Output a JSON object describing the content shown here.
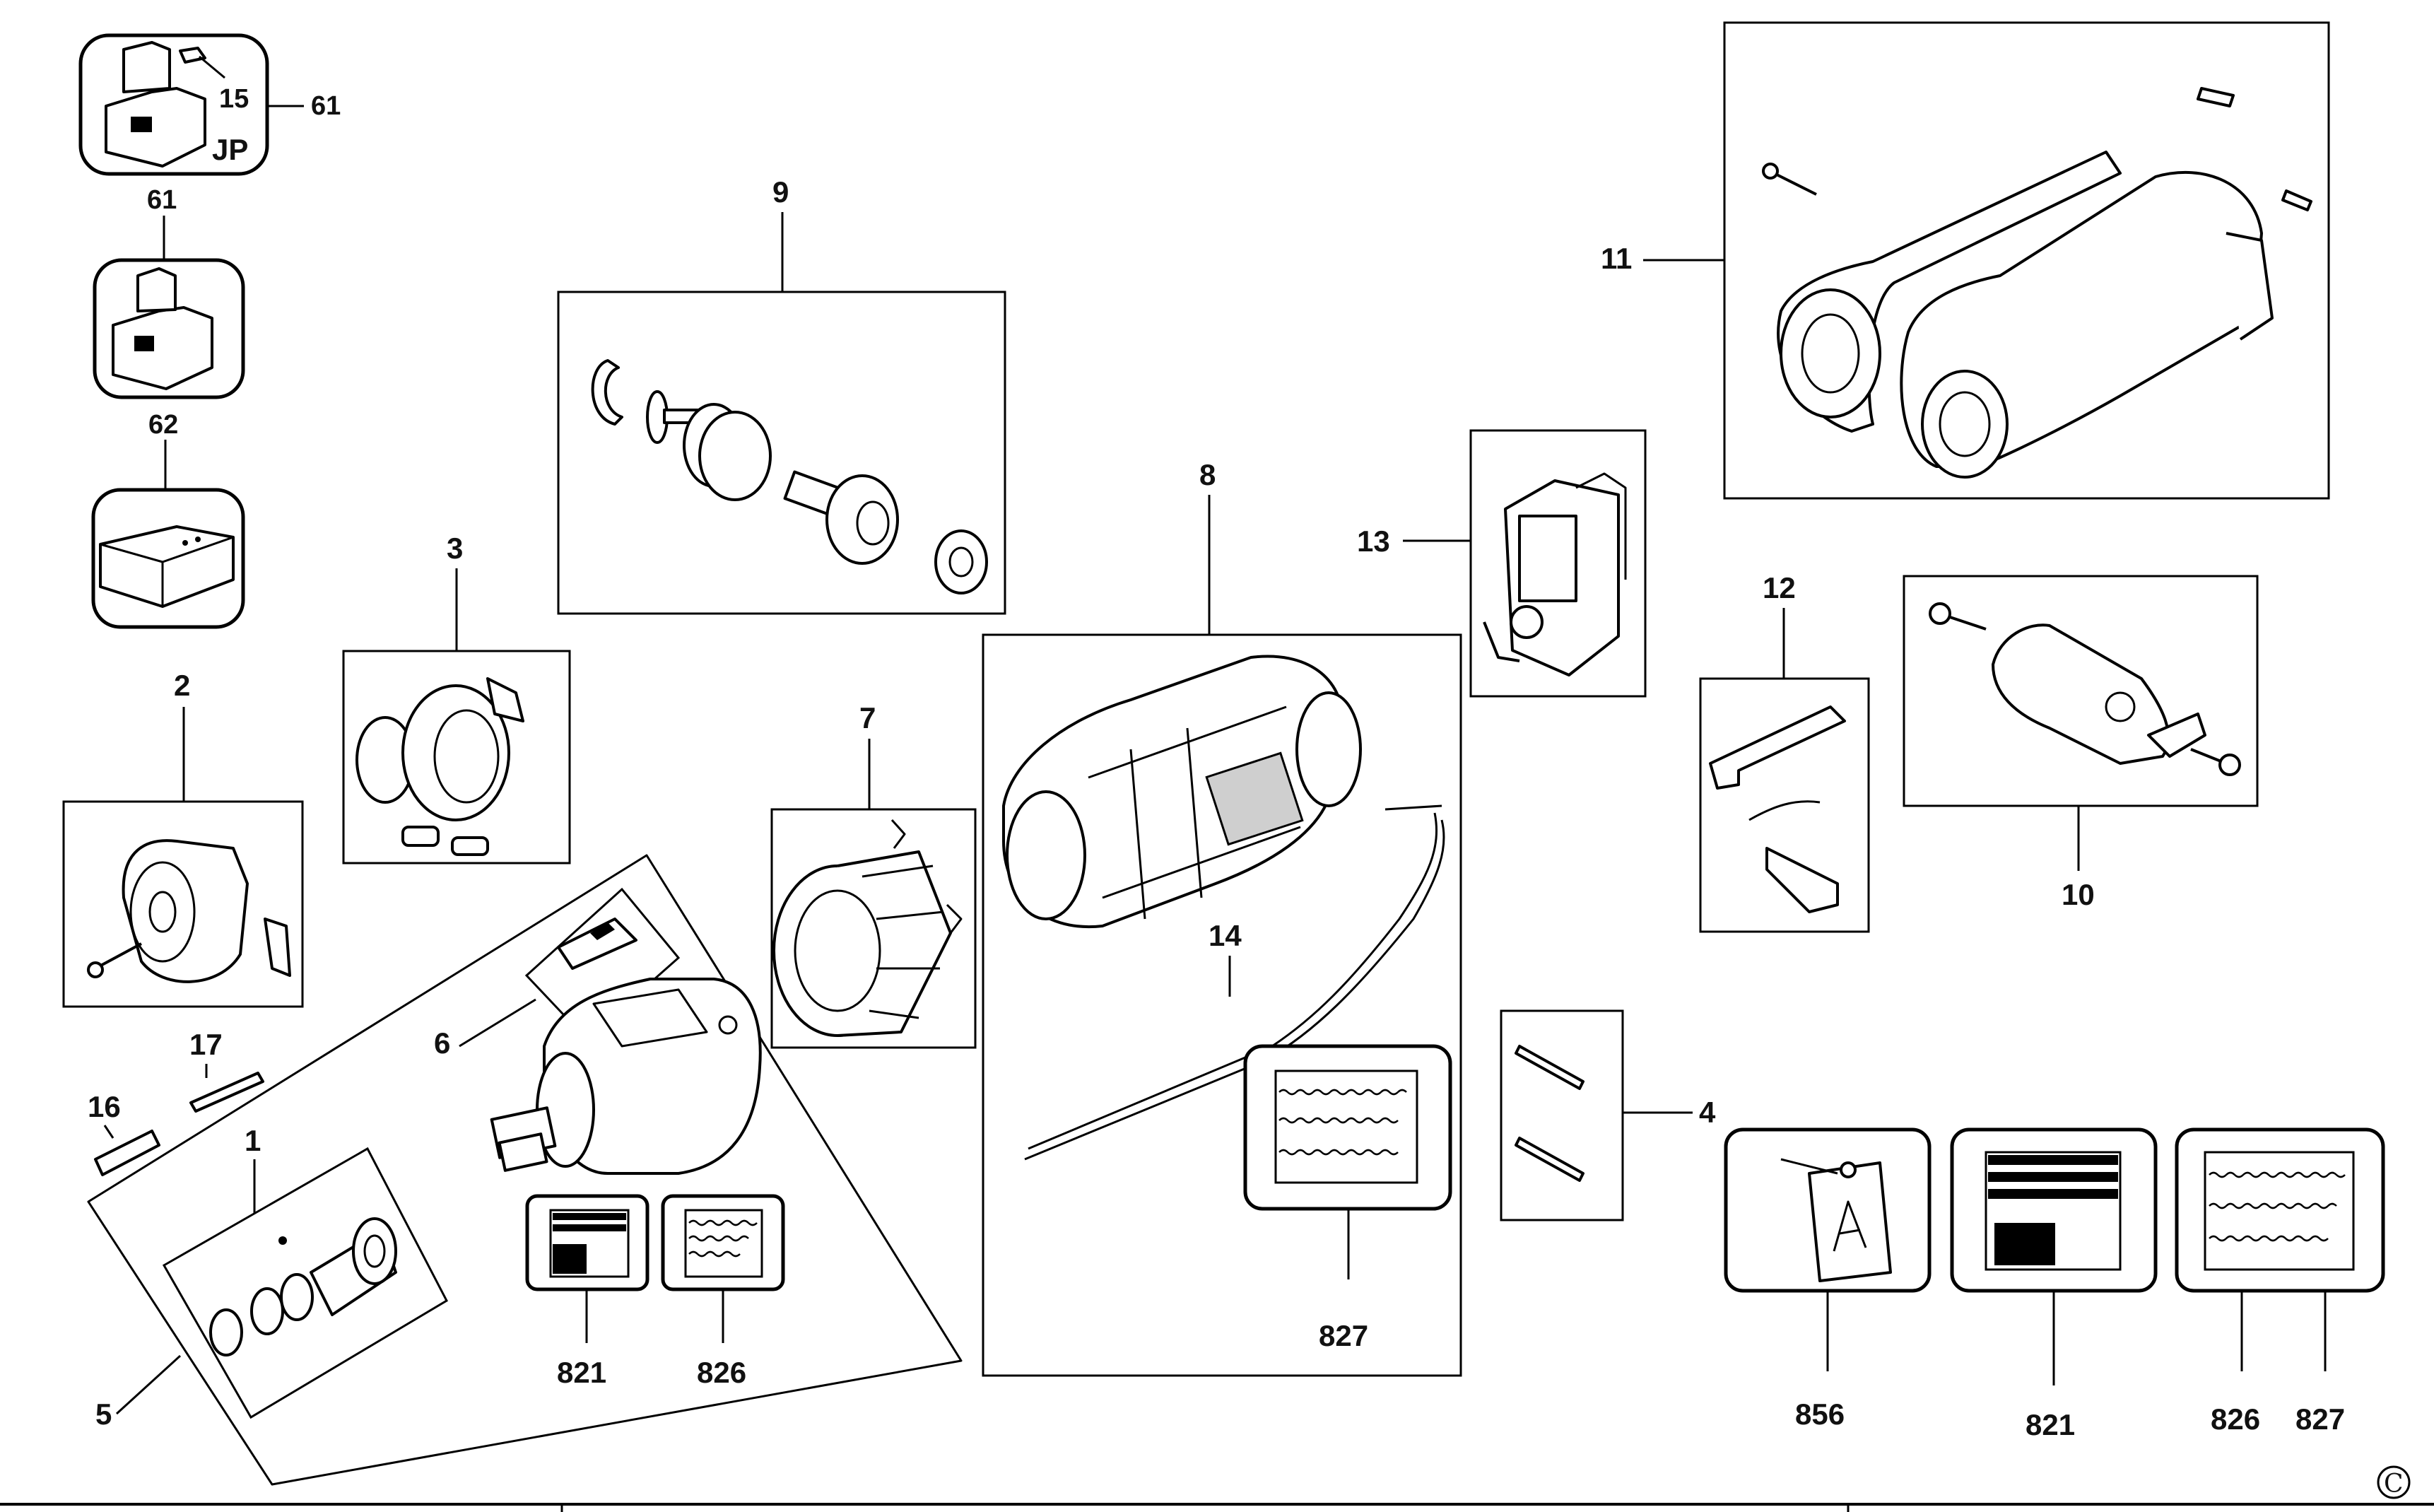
{
  "callouts": {
    "c15": "15",
    "c61_top": "61",
    "jp": "JP",
    "c61_mid": "61",
    "c62": "62",
    "c9": "9",
    "c3": "3",
    "c2": "2",
    "c7": "7",
    "c17": "17",
    "c16": "16",
    "c1": "1",
    "c6": "6",
    "c5": "5",
    "c821_left": "821",
    "c826_left": "826",
    "c8": "8",
    "c14": "14",
    "c827_mid": "827",
    "c13": "13",
    "c11": "11",
    "c12": "12",
    "c10": "10",
    "c4": "4",
    "c856": "856",
    "c821_right": "821",
    "c826_right": "826",
    "c827_right": "827"
  },
  "copyright_symbol": "C"
}
